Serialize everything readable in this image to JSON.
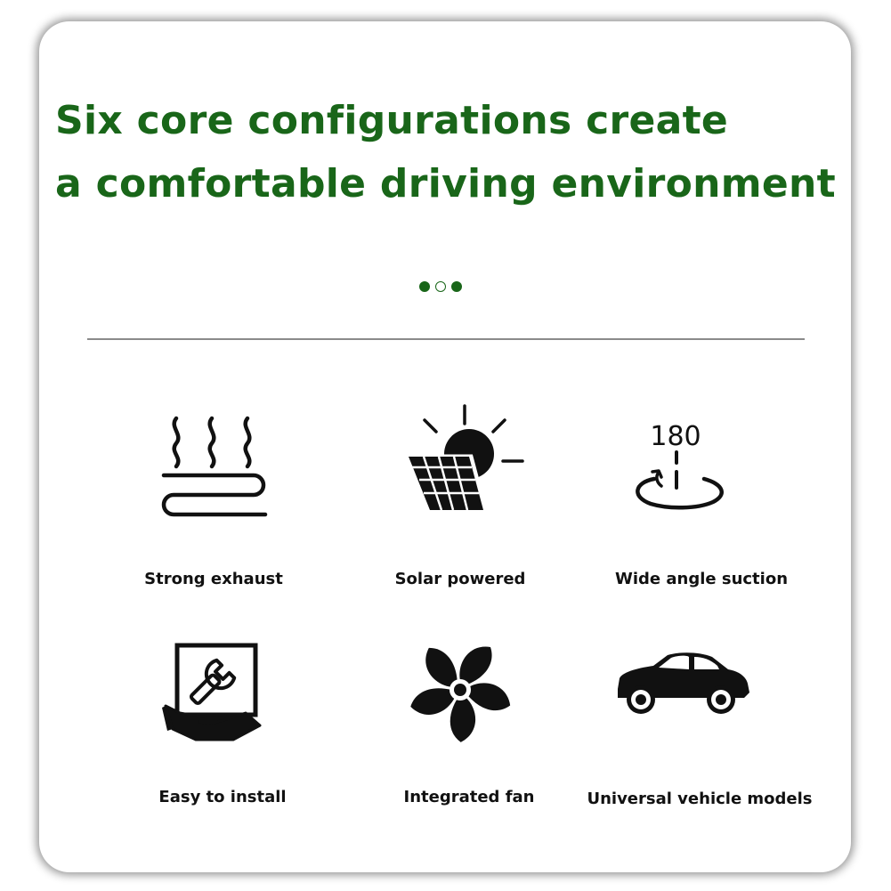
{
  "title": {
    "line1": "Six core configurations create",
    "line2": "a comfortable driving environment"
  },
  "accent_color": "#196619",
  "pagination": {
    "total": 3,
    "active_index": 1
  },
  "features": [
    {
      "label": "Strong exhaust",
      "icon": "heat-waves-icon"
    },
    {
      "label": "Solar powered",
      "icon": "solar-panel-sun-icon"
    },
    {
      "label": "Wide angle suction",
      "icon": "rotation-180-icon",
      "icon_text": "180"
    },
    {
      "label": "Easy to install",
      "icon": "wrench-screen-hand-icon"
    },
    {
      "label": "Integrated fan",
      "icon": "fan-icon"
    },
    {
      "label": "Universal vehicle models",
      "icon": "car-icon"
    }
  ]
}
